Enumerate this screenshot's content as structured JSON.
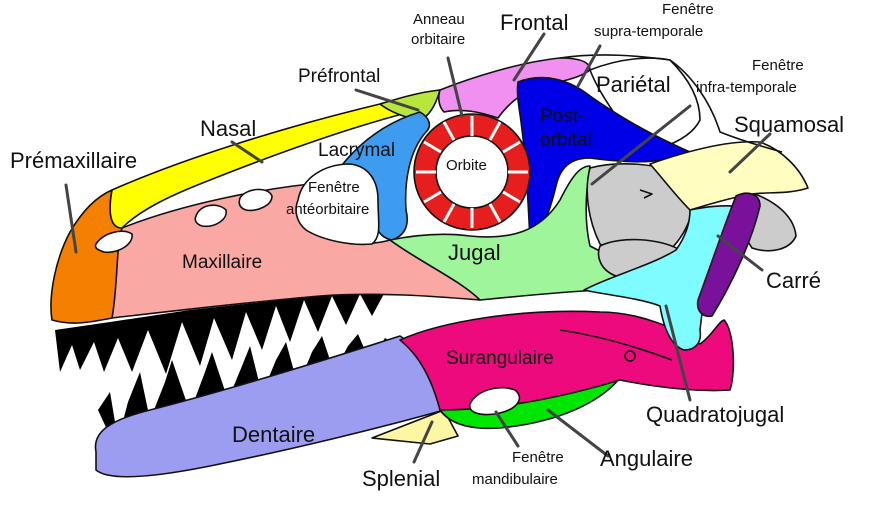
{
  "labels": {
    "premaxillaire": "Prémaxillaire",
    "nasal": "Nasal",
    "prefrontal": "Préfrontal",
    "anneau_1": "Anneau",
    "anneau_2": "orbitaire",
    "frontal": "Frontal",
    "fen_supra_1": "Fenêtre",
    "fen_supra_2": "supra-temporale",
    "parietal": "Pariétal",
    "fen_infra_1": "Fenêtre",
    "fen_infra_2": "infra-temporale",
    "squamosal": "Squamosal",
    "post_1": "Post-",
    "post_2": "orbital",
    "lacrymal": "Lacrymal",
    "orbite": "Orbite",
    "fen_ante_1": "Fenêtre",
    "fen_ante_2": "antéorbitaire",
    "maxillaire": "Maxillaire",
    "jugal": "Jugal",
    "carre": "Carré",
    "surangulaire": "Surangulaire",
    "quadratojugal": "Quadratojugal",
    "dentaire": "Dentaire",
    "fen_mand_1": "Fenêtre",
    "fen_mand_2": "mandibulaire",
    "angulaire": "Angulaire",
    "splenial": "Splenial"
  },
  "colors": {
    "premaxillaire": "#f47f00",
    "nasal": "#ffff00",
    "prefrontal": "#b9e63c",
    "frontal": "#f090f0",
    "parietal": "#ffffff",
    "postorbital": "#0000e6",
    "lacrymal": "#3d9bf0",
    "anneau": "#e61e1e",
    "maxillaire": "#f9a8a3",
    "jugal": "#9ef59a",
    "squamosal": "#fffdc0",
    "carre": "#7a119a",
    "quadratojugal": "#7ffcff",
    "surangulaire": "#ec0a7c",
    "dentaire": "#9c9cf0",
    "angulaire": "#00e600",
    "splenial": "#fdf6a2",
    "teeth": "#000000",
    "braincase": "#cccccc"
  }
}
